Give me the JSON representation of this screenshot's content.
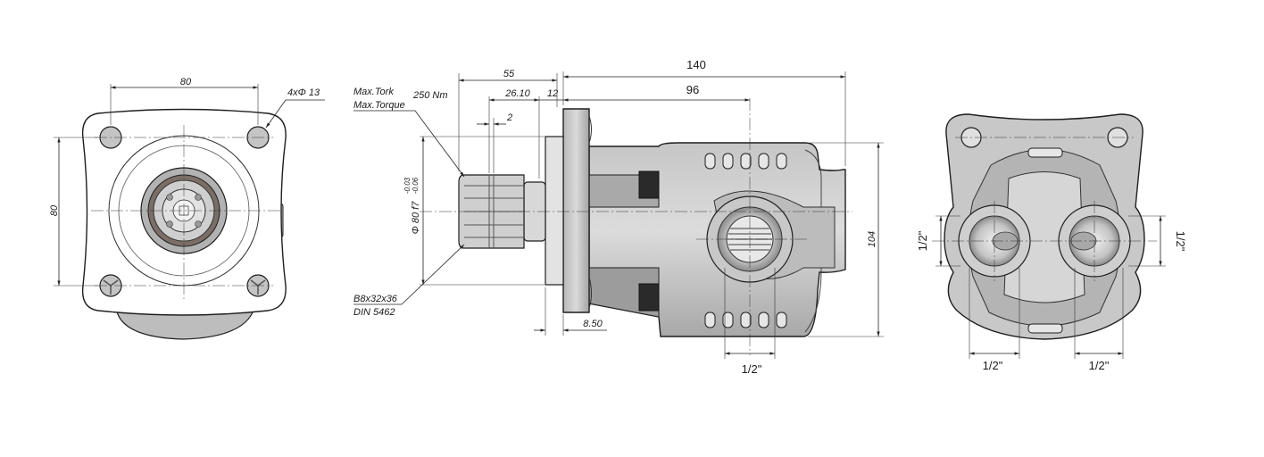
{
  "front_view": {
    "dim_width": "80",
    "dim_height": "80",
    "dim_holes": "4xΦ 13"
  },
  "side_view": {
    "dim_total": "140",
    "dim_body": "96",
    "dim_flange_to_shaft": "55",
    "dim_shaft": "26.10",
    "dim_flange": "12",
    "dim_groove": "2",
    "dim_pilot": "8.50",
    "dim_height": "104",
    "dim_pilot_dia": "Φ 80 f7",
    "tol_upper": "-0.03",
    "tol_lower": "-0.06",
    "torque_label_1": "Max.Tork",
    "torque_label_2": "Max.Torque",
    "torque_value": "250 Nm",
    "spline_label_1": "B8x32x36",
    "spline_label_2": "DIN 5462",
    "port_size": "1/2\""
  },
  "rear_view": {
    "port_left_bottom": "1/2\"",
    "port_right_bottom": "1/2\"",
    "port_left_side": "1/2\"",
    "port_right_side": "1/2\""
  },
  "colors": {
    "body_light": "#d2d2d2",
    "body_mid": "#b4b4b4",
    "body_dark": "#8e8e8e",
    "outline": "#1f1f1f"
  }
}
